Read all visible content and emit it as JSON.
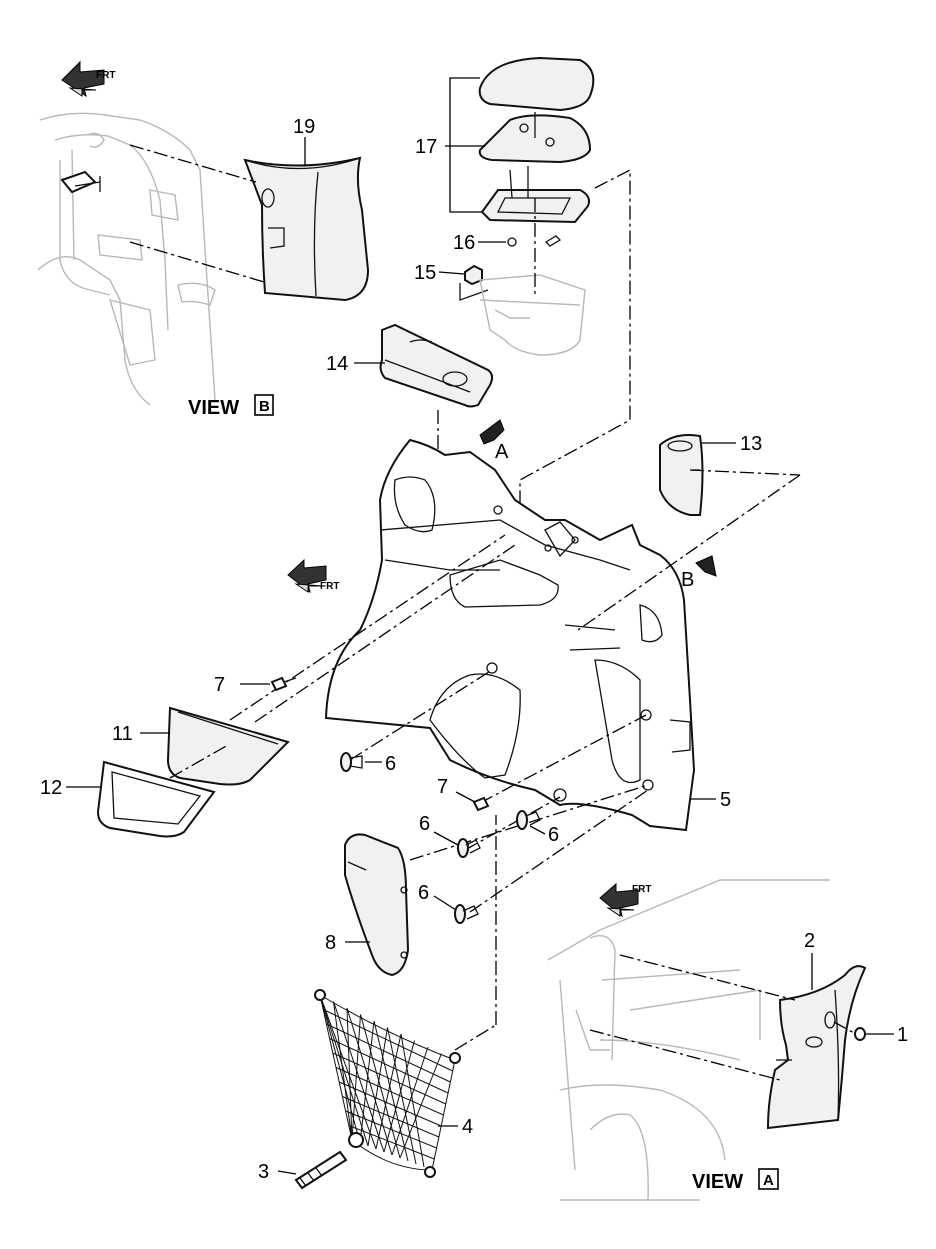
{
  "callouts": {
    "c1": "1",
    "c2": "2",
    "c3": "3",
    "c4": "4",
    "c5": "5",
    "c6a": "6",
    "c6b": "6",
    "c6c": "6",
    "c6d": "6",
    "c7a": "7",
    "c7b": "7",
    "c8": "8",
    "c11": "11",
    "c12": "12",
    "c13": "13",
    "c14": "14",
    "c15": "15",
    "c16": "16",
    "c17": "17",
    "c19": "19"
  },
  "views": {
    "a_prefix": "VIEW",
    "a_letter": "A",
    "b_prefix": "VIEW",
    "b_letter": "B"
  },
  "arrows": {
    "a_label": "A",
    "b_label": "B"
  },
  "front_marker": {
    "text": "FRT"
  },
  "icons": [
    "front-direction-arrow-icon",
    "view-direction-arrow-icon"
  ]
}
